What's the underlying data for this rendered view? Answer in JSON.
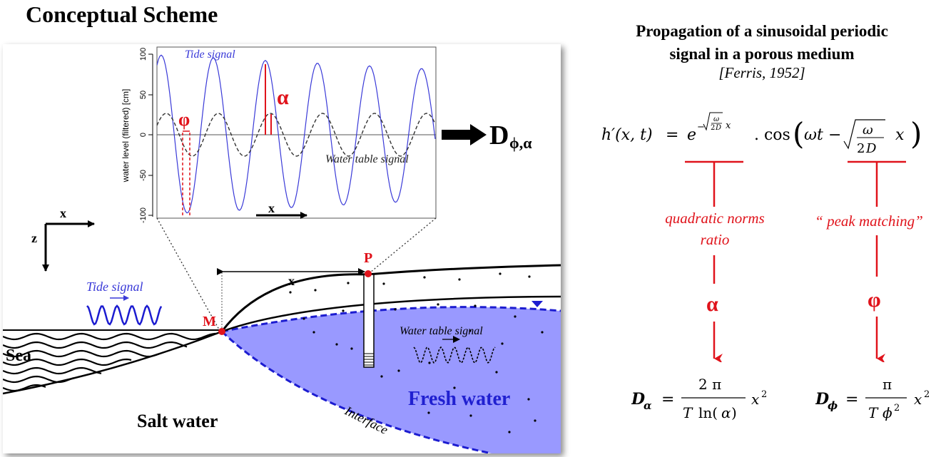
{
  "header": {
    "title": "Conceptual Scheme"
  },
  "chart_inset": {
    "y_axis_label": "water level (filtered) [cm]",
    "y_ticks": [
      "100",
      "50",
      "0",
      "-50",
      "-100"
    ],
    "tide_label": "Tide signal",
    "water_table_label": "Water table signal",
    "phi_label": "φ",
    "alpha_label": "α",
    "x_arrow_label": "x",
    "result_label": "D",
    "result_subscript": "ϕ,α"
  },
  "scheme": {
    "axis_x_label": "x",
    "axis_z_label": "z",
    "point_p": "P",
    "point_m": "M",
    "distance_label": "x",
    "tide_signal_label": "Tide signal",
    "water_table_signal_label": "Water table signal",
    "sea_label": "Sea",
    "salt_water_label": "Salt water",
    "fresh_water_label": "Fresh water",
    "interface_label": "Interface"
  },
  "theory": {
    "title_line1": "Propagation of a sinusoidal periodic",
    "title_line2": "signal in a porous medium",
    "citation": "[Ferris, 1952]",
    "left_method_line1": "quadratic norms",
    "left_method_line2": "ratio",
    "right_method": "“ peak matching”",
    "alpha_symbol": "α",
    "phi_symbol": "φ"
  },
  "colors": {
    "tide": "#3a3ad8",
    "annotation_red": "#e0131b",
    "fresh_water": "#9999ff",
    "fresh_water_text": "#2020d0"
  }
}
